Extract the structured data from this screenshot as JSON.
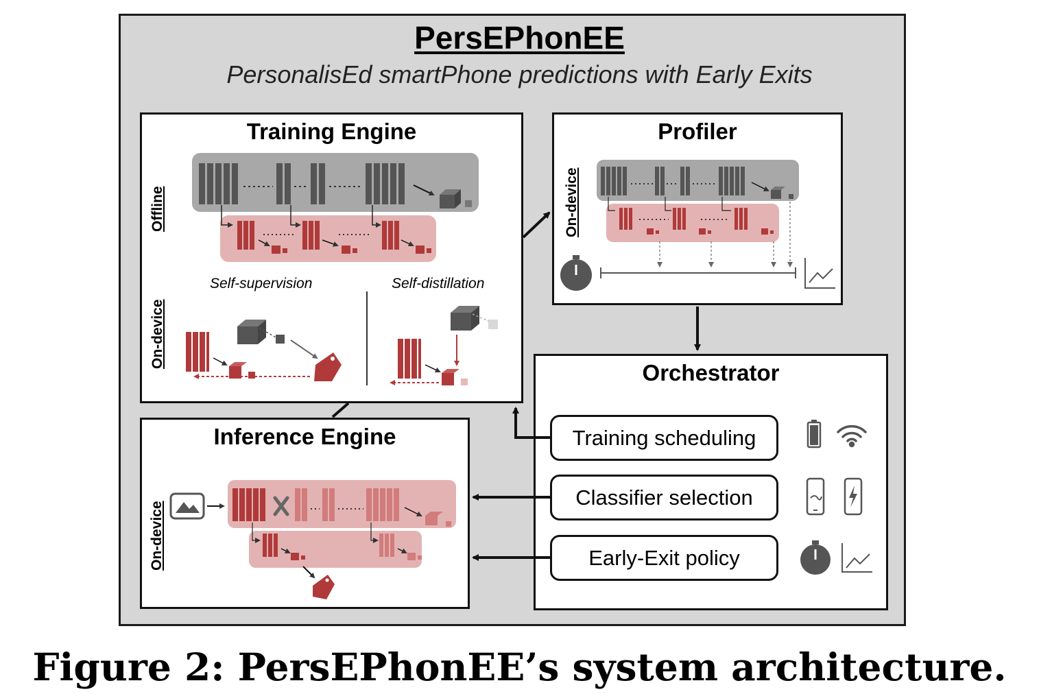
{
  "header": {
    "title": "PersEPhonEE",
    "subtitle": "PersonalisEd smartPhone predictions with Early Exits"
  },
  "training_engine": {
    "title": "Training Engine",
    "offline_label": "Offline",
    "on_device_label": "On-device",
    "self_supervision_label": "Self-supervision",
    "self_distillation_label": "Self-distillation"
  },
  "profiler": {
    "title": "Profiler",
    "on_device_label": "On-device"
  },
  "orchestrator": {
    "title": "Orchestrator",
    "items": [
      {
        "label": "Training scheduling",
        "icons": [
          "battery-icon",
          "wifi-icon"
        ]
      },
      {
        "label": "Classifier selection",
        "icons": [
          "phone-usage-icon",
          "phone-charging-icon"
        ]
      },
      {
        "label": "Early-Exit policy",
        "icons": [
          "stopwatch-icon",
          "chart-icon"
        ]
      }
    ]
  },
  "inference_engine": {
    "title": "Inference Engine",
    "on_device_label": "On-device"
  },
  "caption": "Figure 2: PersEPhonEE’s system architecture.",
  "colors": {
    "background_gray": "#d6d6d6",
    "backbone_gray": "#555555",
    "backbone_band": "#a8a8a8",
    "exit_red": "#b03a3a",
    "exit_band": "#e3b3b3"
  }
}
